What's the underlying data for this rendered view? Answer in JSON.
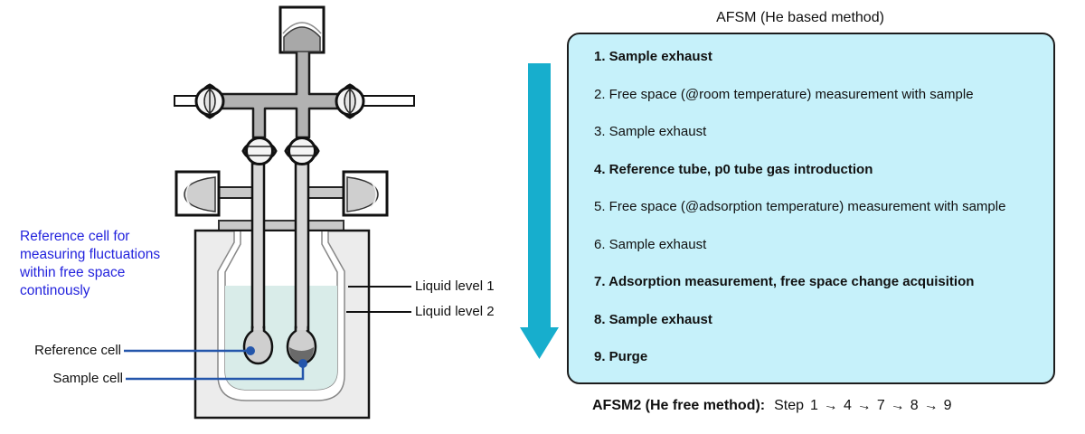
{
  "colors": {
    "panel_cyan": "#c6f1fa",
    "panel_border": "#1c1c1c",
    "flow_arrow": "#17aecd",
    "annotation_blue": "#2323dd",
    "callout_blue": "#2456ab",
    "liquid": "#d9ece9"
  },
  "diagram": {
    "annotation": "Reference cell for\nmeasuring fluctuations\nwithin free space\ncontinously",
    "labels": {
      "reference_cell": "Reference cell",
      "sample_cell": "Sample cell",
      "liquid_level_1": "Liquid level 1",
      "liquid_level_2": "Liquid level 2"
    },
    "icons": [
      "pressure-transducer-icon",
      "valve-icon",
      "dewar-icon",
      "flow-arrow-icon"
    ]
  },
  "afsm": {
    "title": "AFSM (He based method)",
    "steps": [
      {
        "label": "1. Sample exhaust",
        "bold": true
      },
      {
        "label": "2. Free space (@room temperature) measurement with sample",
        "bold": false
      },
      {
        "label": "3. Sample exhaust",
        "bold": false
      },
      {
        "label": "4. Reference tube, p0 tube gas introduction",
        "bold": true
      },
      {
        "label": "5. Free space (@adsorption temperature) measurement with sample",
        "bold": false
      },
      {
        "label": "6. Sample exhaust",
        "bold": false
      },
      {
        "label": "7. Adsorption measurement, free space change acquisition",
        "bold": true
      },
      {
        "label": "8. Sample exhaust",
        "bold": true
      },
      {
        "label": "9. Purge",
        "bold": true
      }
    ]
  },
  "footer": {
    "label": "AFSM2 (He free method):",
    "step_word": "Step",
    "sequence": [
      "1",
      "4",
      "7",
      "8",
      "9"
    ],
    "arrow": "→"
  }
}
